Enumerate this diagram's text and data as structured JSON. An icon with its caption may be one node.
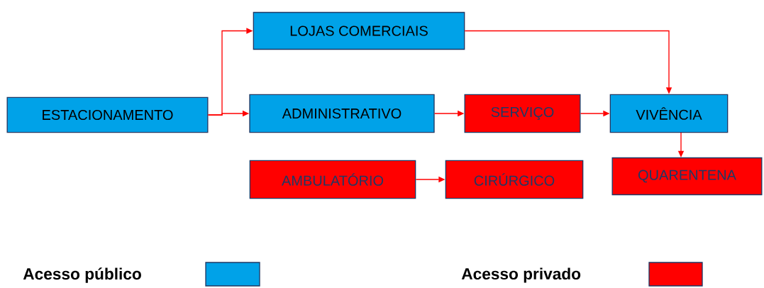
{
  "diagram": {
    "nodes": [
      {
        "text": [
          "ESTACIONAMENTO"
        ]
      },
      {
        "text": [
          "LOJAS COMERCIAIS"
        ]
      },
      {
        "text": [
          "ADMINISTRATIVO"
        ]
      },
      {
        "text": [
          "SERVIÇO"
        ]
      },
      {
        "text": [
          "VIVÊNCIA"
        ]
      },
      {
        "text": [
          "AMBULATÓRIO"
        ]
      },
      {
        "text": [
          "CIRÚRGICO"
        ]
      },
      {
        "text": [
          "QUARENTENA"
        ]
      }
    ],
    "edges": [
      {
        "from": 0,
        "to": 1,
        "arrow": "to"
      },
      {
        "from": 0,
        "to": 2,
        "arrow": "to"
      },
      {
        "from": 1,
        "to": 4,
        "arrow": "to"
      },
      {
        "from": 2,
        "to": 3,
        "arrow": "to"
      },
      {
        "from": 3,
        "to": 4,
        "arrow": "to"
      },
      {
        "from": 4,
        "to": 7,
        "arrow": "to"
      },
      {
        "from": 5,
        "to": 6,
        "arrow": "to"
      }
    ],
    "legend": [
      {
        "text": "Acesso público",
        "color": "#00a2e8"
      },
      {
        "text": "Acesso privado",
        "color": "#ff0000"
      }
    ]
  }
}
